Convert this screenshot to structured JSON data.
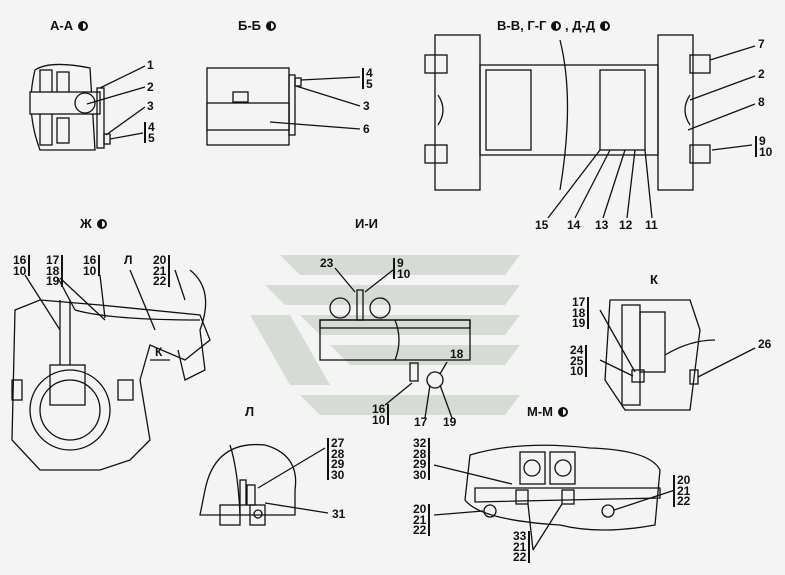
{
  "titles": {
    "aa": "А-А",
    "bb": "Б-Б",
    "vv": "В-В, Г-Г",
    "dd": ", Д-Д",
    "zh": "Ж",
    "ii": "И-И",
    "k": "К",
    "l": "Л",
    "mm": "М-М"
  },
  "view_aa": {
    "l1": "1",
    "l2": "2",
    "l3": "3",
    "g": [
      "4",
      "5"
    ]
  },
  "view_bb": {
    "g": [
      "4",
      "5"
    ],
    "l3": "3",
    "l6": "6"
  },
  "view_vv": {
    "l7": "7",
    "l2": "2",
    "l8": "8",
    "g": [
      "9",
      "10"
    ],
    "bottom": [
      "15",
      "14",
      "13",
      "12",
      "11"
    ]
  },
  "view_zh": {
    "g1": [
      "16",
      "10"
    ],
    "g2": [
      "17",
      "18",
      "19"
    ],
    "g3": [
      "16",
      "10"
    ],
    "l": "Л",
    "g4": [
      "20",
      "21",
      "22"
    ],
    "k": "К"
  },
  "view_ii": {
    "l23": "23",
    "g": [
      "9",
      "10"
    ],
    "l18": "18",
    "g2": [
      "16",
      "10"
    ],
    "l17": "17",
    "l19": "19"
  },
  "view_k": {
    "g1": [
      "17",
      "18",
      "19"
    ],
    "g2": [
      "24",
      "25",
      "10"
    ],
    "l26": "26"
  },
  "view_l": {
    "g": [
      "27",
      "28",
      "29",
      "30"
    ],
    "l31": "31"
  },
  "view_mm": {
    "g1": [
      "32",
      "28",
      "29",
      "30"
    ],
    "g2": [
      "20",
      "21",
      "22"
    ],
    "g3": [
      "33",
      "21",
      "22"
    ],
    "g4": [
      "20",
      "21",
      "22"
    ]
  },
  "icons": {
    "rotation": "rotation-view-icon"
  },
  "colors": {
    "background": "#f4f4f4",
    "ink": "#111111",
    "watermark": "#d6dbd6"
  }
}
